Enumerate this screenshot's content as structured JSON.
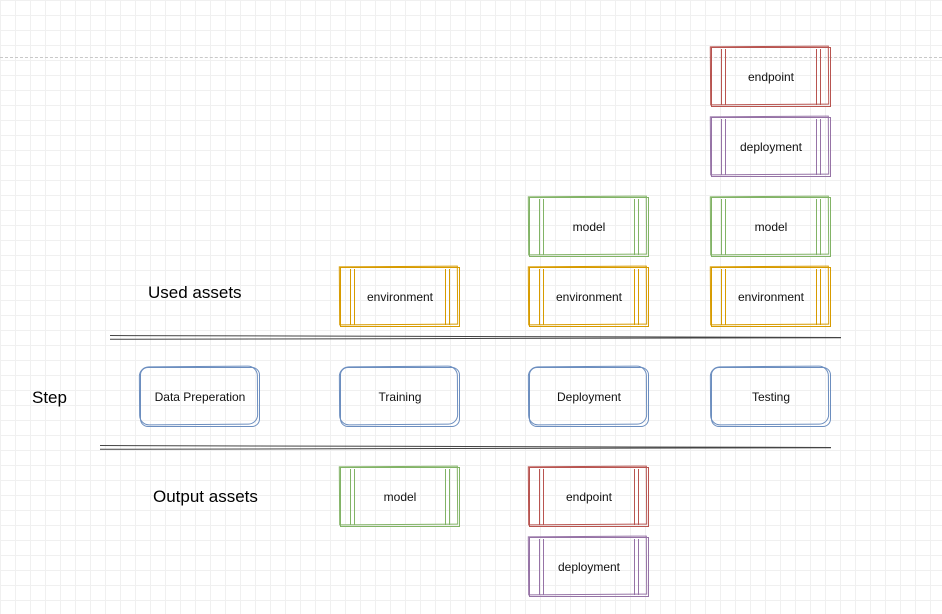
{
  "rows": {
    "used_assets": "Used assets",
    "step": "Step",
    "output_assets": "Output assets"
  },
  "steps": [
    {
      "name": "Data Preperation"
    },
    {
      "name": "Training"
    },
    {
      "name": "Deployment"
    },
    {
      "name": "Testing"
    }
  ],
  "used_assets": {
    "training": [
      "environment"
    ],
    "deployment": [
      "model",
      "environment"
    ],
    "testing": [
      "endpoint",
      "deployment",
      "model",
      "environment"
    ]
  },
  "output_assets": {
    "training": [
      "model"
    ],
    "deployment": [
      "endpoint",
      "deployment"
    ]
  },
  "colors": {
    "environment": "#d79b00",
    "model": "#82b366",
    "endpoint": "#b85450",
    "deployment": "#9673a6",
    "step": "#6c8ebf"
  }
}
